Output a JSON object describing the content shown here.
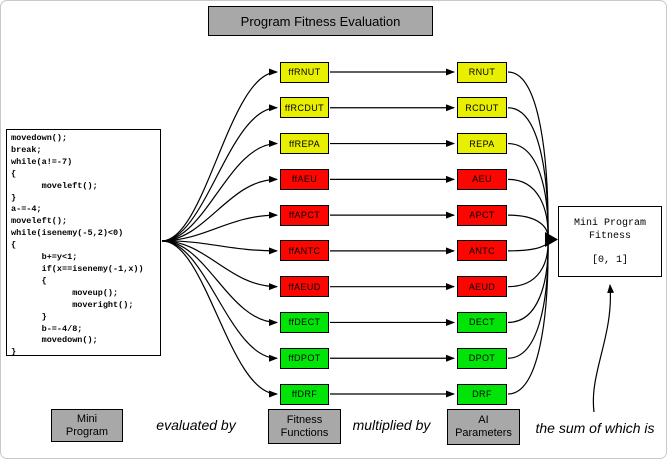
{
  "title": "Program Fitness Evaluation",
  "code_lines": [
    "movedown();",
    "break;",
    "while(a!=-7)",
    "{",
    "      moveleft();",
    "}",
    "a-=-4;",
    "moveleft();",
    "while(isenemy(-5,2)<0)",
    "{",
    "      b+=y<1;",
    "      if(x==isenemy(-1,x))",
    "      {",
    "            moveup();",
    "            moveright();",
    "      }",
    "      b-=-4/8;",
    "      movedown();",
    "}"
  ],
  "rows": [
    {
      "ff": "ffRNUT",
      "param": "RNUT",
      "color": "#e8ef00"
    },
    {
      "ff": "ffRCDUT",
      "param": "RCDUT",
      "color": "#e8ef00"
    },
    {
      "ff": "ffREPA",
      "param": "REPA",
      "color": "#e8ef00"
    },
    {
      "ff": "ffAEU",
      "param": "AEU",
      "color": "#fb0600"
    },
    {
      "ff": "ffAPCT",
      "param": "APCT",
      "color": "#fb0600"
    },
    {
      "ff": "ffANTC",
      "param": "ANTC",
      "color": "#fb0600"
    },
    {
      "ff": "ffAEUD",
      "param": "AEUD",
      "color": "#fb0600"
    },
    {
      "ff": "ffDECT",
      "param": "DECT",
      "color": "#00e408"
    },
    {
      "ff": "ffDPOT",
      "param": "DPOT",
      "color": "#00e408"
    },
    {
      "ff": "ffDRF",
      "param": "DRF",
      "color": "#00e408"
    }
  ],
  "result_box": {
    "line1": "Mini Program",
    "line2": "Fitness",
    "line3": "[0, 1]"
  },
  "footer": {
    "mini_program": "Mini\nProgram",
    "evaluated_by": "evaluated by",
    "fitness_functions": "Fitness\nFunctions",
    "multiplied_by": "multiplied by",
    "ai_parameters": "AI\nParameters",
    "sum_text": "the sum of which is"
  },
  "colors": {
    "yellow": "#e8ef00",
    "red": "#fb0600",
    "green": "#00e408",
    "gray_box": "#a8a8a8",
    "line": "#000000"
  }
}
